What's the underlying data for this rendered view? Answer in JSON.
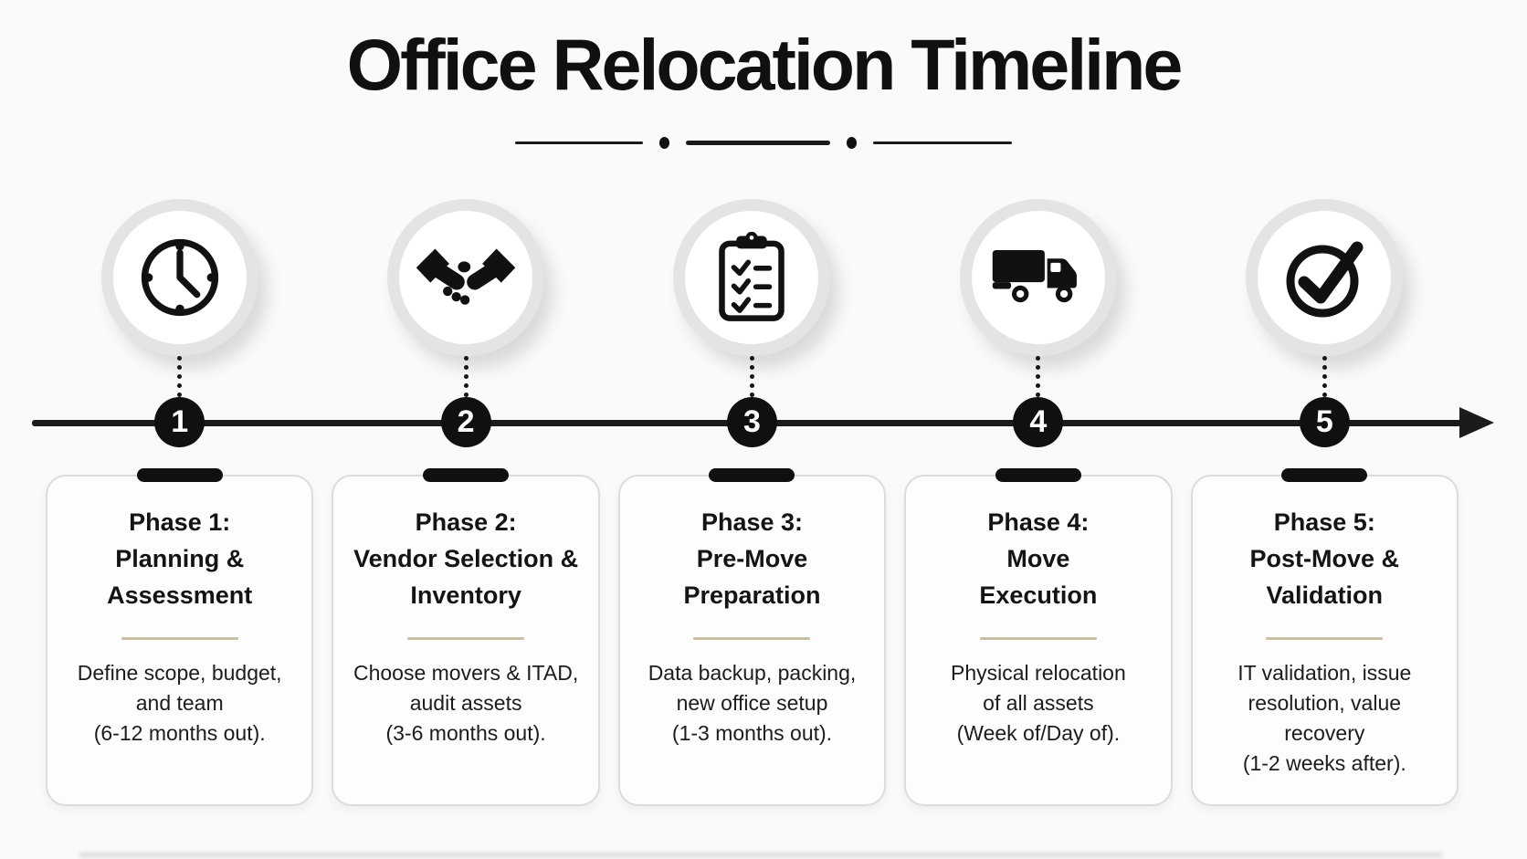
{
  "title": "Office Relocation Timeline",
  "colors": {
    "background": "#fafafa",
    "ink_black": "#111111",
    "icon_ring_gray": "#e4e4e4",
    "card_background": "#fdfdfd",
    "card_border": "#dcdcdc",
    "card_divider_tan": "#c9bda4"
  },
  "phases": [
    {
      "number": "1",
      "icon": "clock-icon",
      "title_lines": [
        "Phase 1:",
        "Planning &",
        "Assessment"
      ],
      "body_lines": [
        "Define scope, budget,",
        "and team",
        "(6-12 months out)."
      ]
    },
    {
      "number": "2",
      "icon": "handshake-icon",
      "title_lines": [
        "Phase 2:",
        "Vendor Selection &",
        "Inventory"
      ],
      "body_lines": [
        "Choose movers & ITAD,",
        "audit assets",
        "(3-6 months out)."
      ]
    },
    {
      "number": "3",
      "icon": "checklist-clipboard-icon",
      "title_lines": [
        "Phase 3:",
        "Pre-Move",
        "Preparation"
      ],
      "body_lines": [
        "Data backup, packing,",
        "new office setup",
        "(1-3 months out)."
      ]
    },
    {
      "number": "4",
      "icon": "moving-truck-icon",
      "title_lines": [
        "Phase 4:",
        "Move",
        "Execution"
      ],
      "body_lines": [
        "Physical relocation",
        "of all assets",
        "(Week of/Day of)."
      ]
    },
    {
      "number": "5",
      "icon": "check-circle-icon",
      "title_lines": [
        "Phase 5:",
        "Post-Move &",
        "Validation"
      ],
      "body_lines": [
        "IT validation, issue",
        "resolution, value",
        "recovery",
        "(1-2 weeks after)."
      ]
    }
  ]
}
